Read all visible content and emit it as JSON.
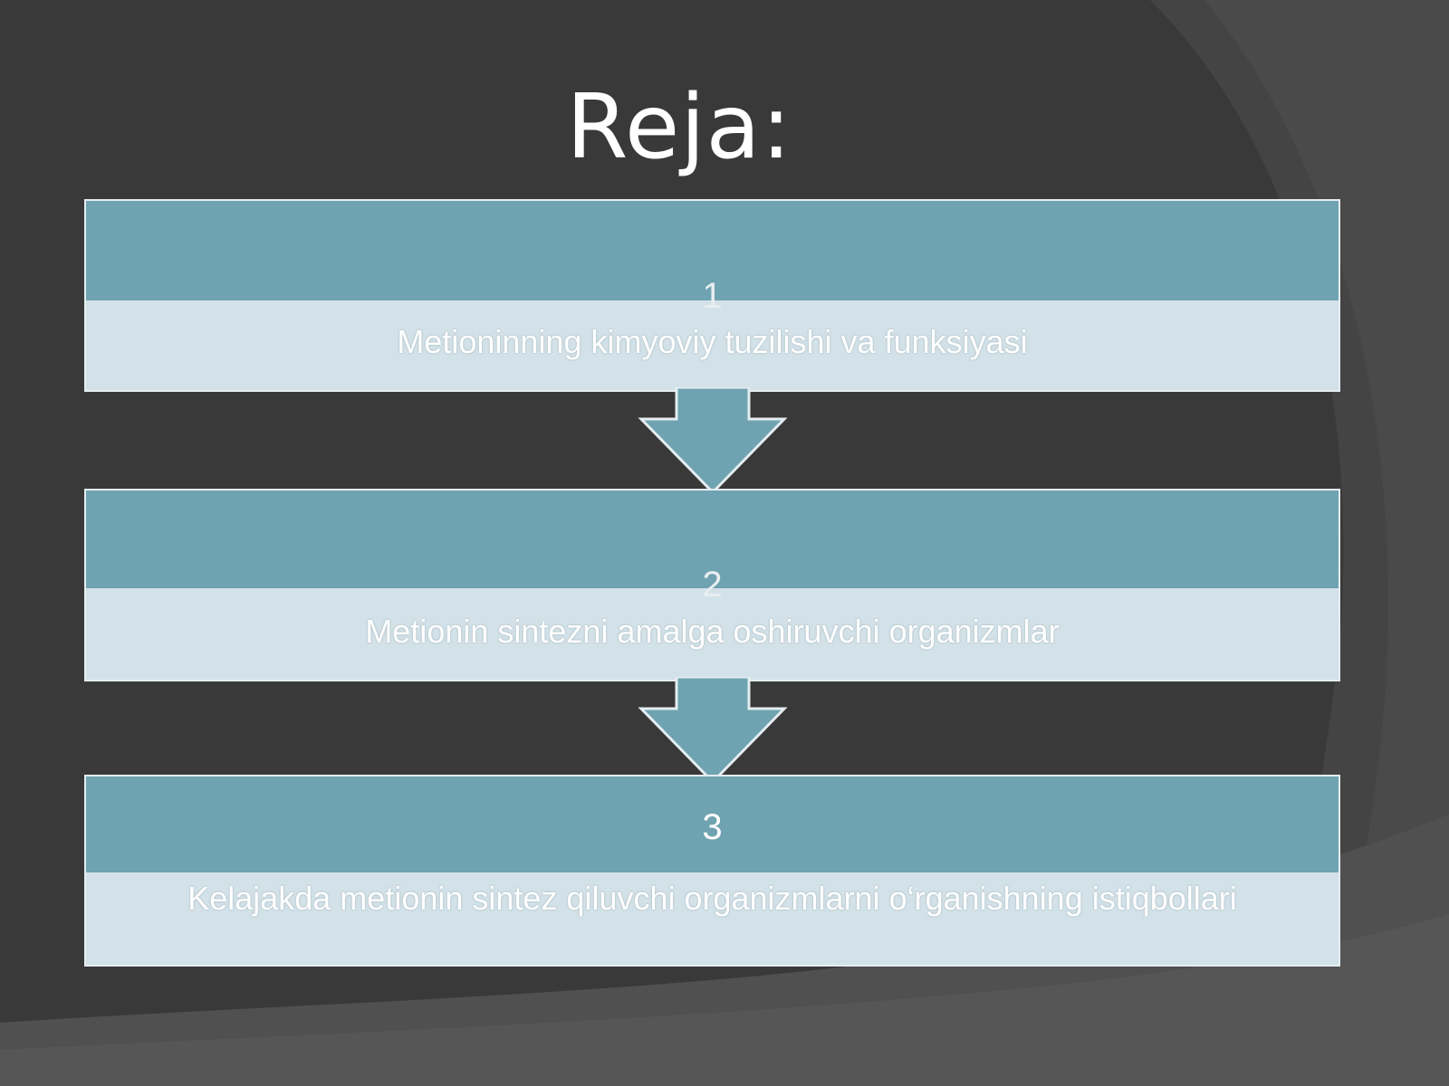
{
  "slide": {
    "title": "Reja:"
  },
  "colors": {
    "background": "#3a3a3a",
    "step_header": "#6fa3b1",
    "step_body": "#d3e2e8",
    "step_border": "#e4edf1",
    "arrow_fill": "#6fa3b1",
    "text": "#ffffff"
  },
  "steps": [
    {
      "number": "1",
      "text": "Metioninning kimyoviy tuzilishi va funksiyasi"
    },
    {
      "number": "2",
      "text": "Metionin sintezni amalga oshiruvchi organizmlar"
    },
    {
      "number": "3",
      "text": "Kelajakda metionin sintez qiluvchi organizmlarni o‘rganishning istiqbollari"
    }
  ],
  "connectors": [
    "down-arrow",
    "down-arrow"
  ]
}
